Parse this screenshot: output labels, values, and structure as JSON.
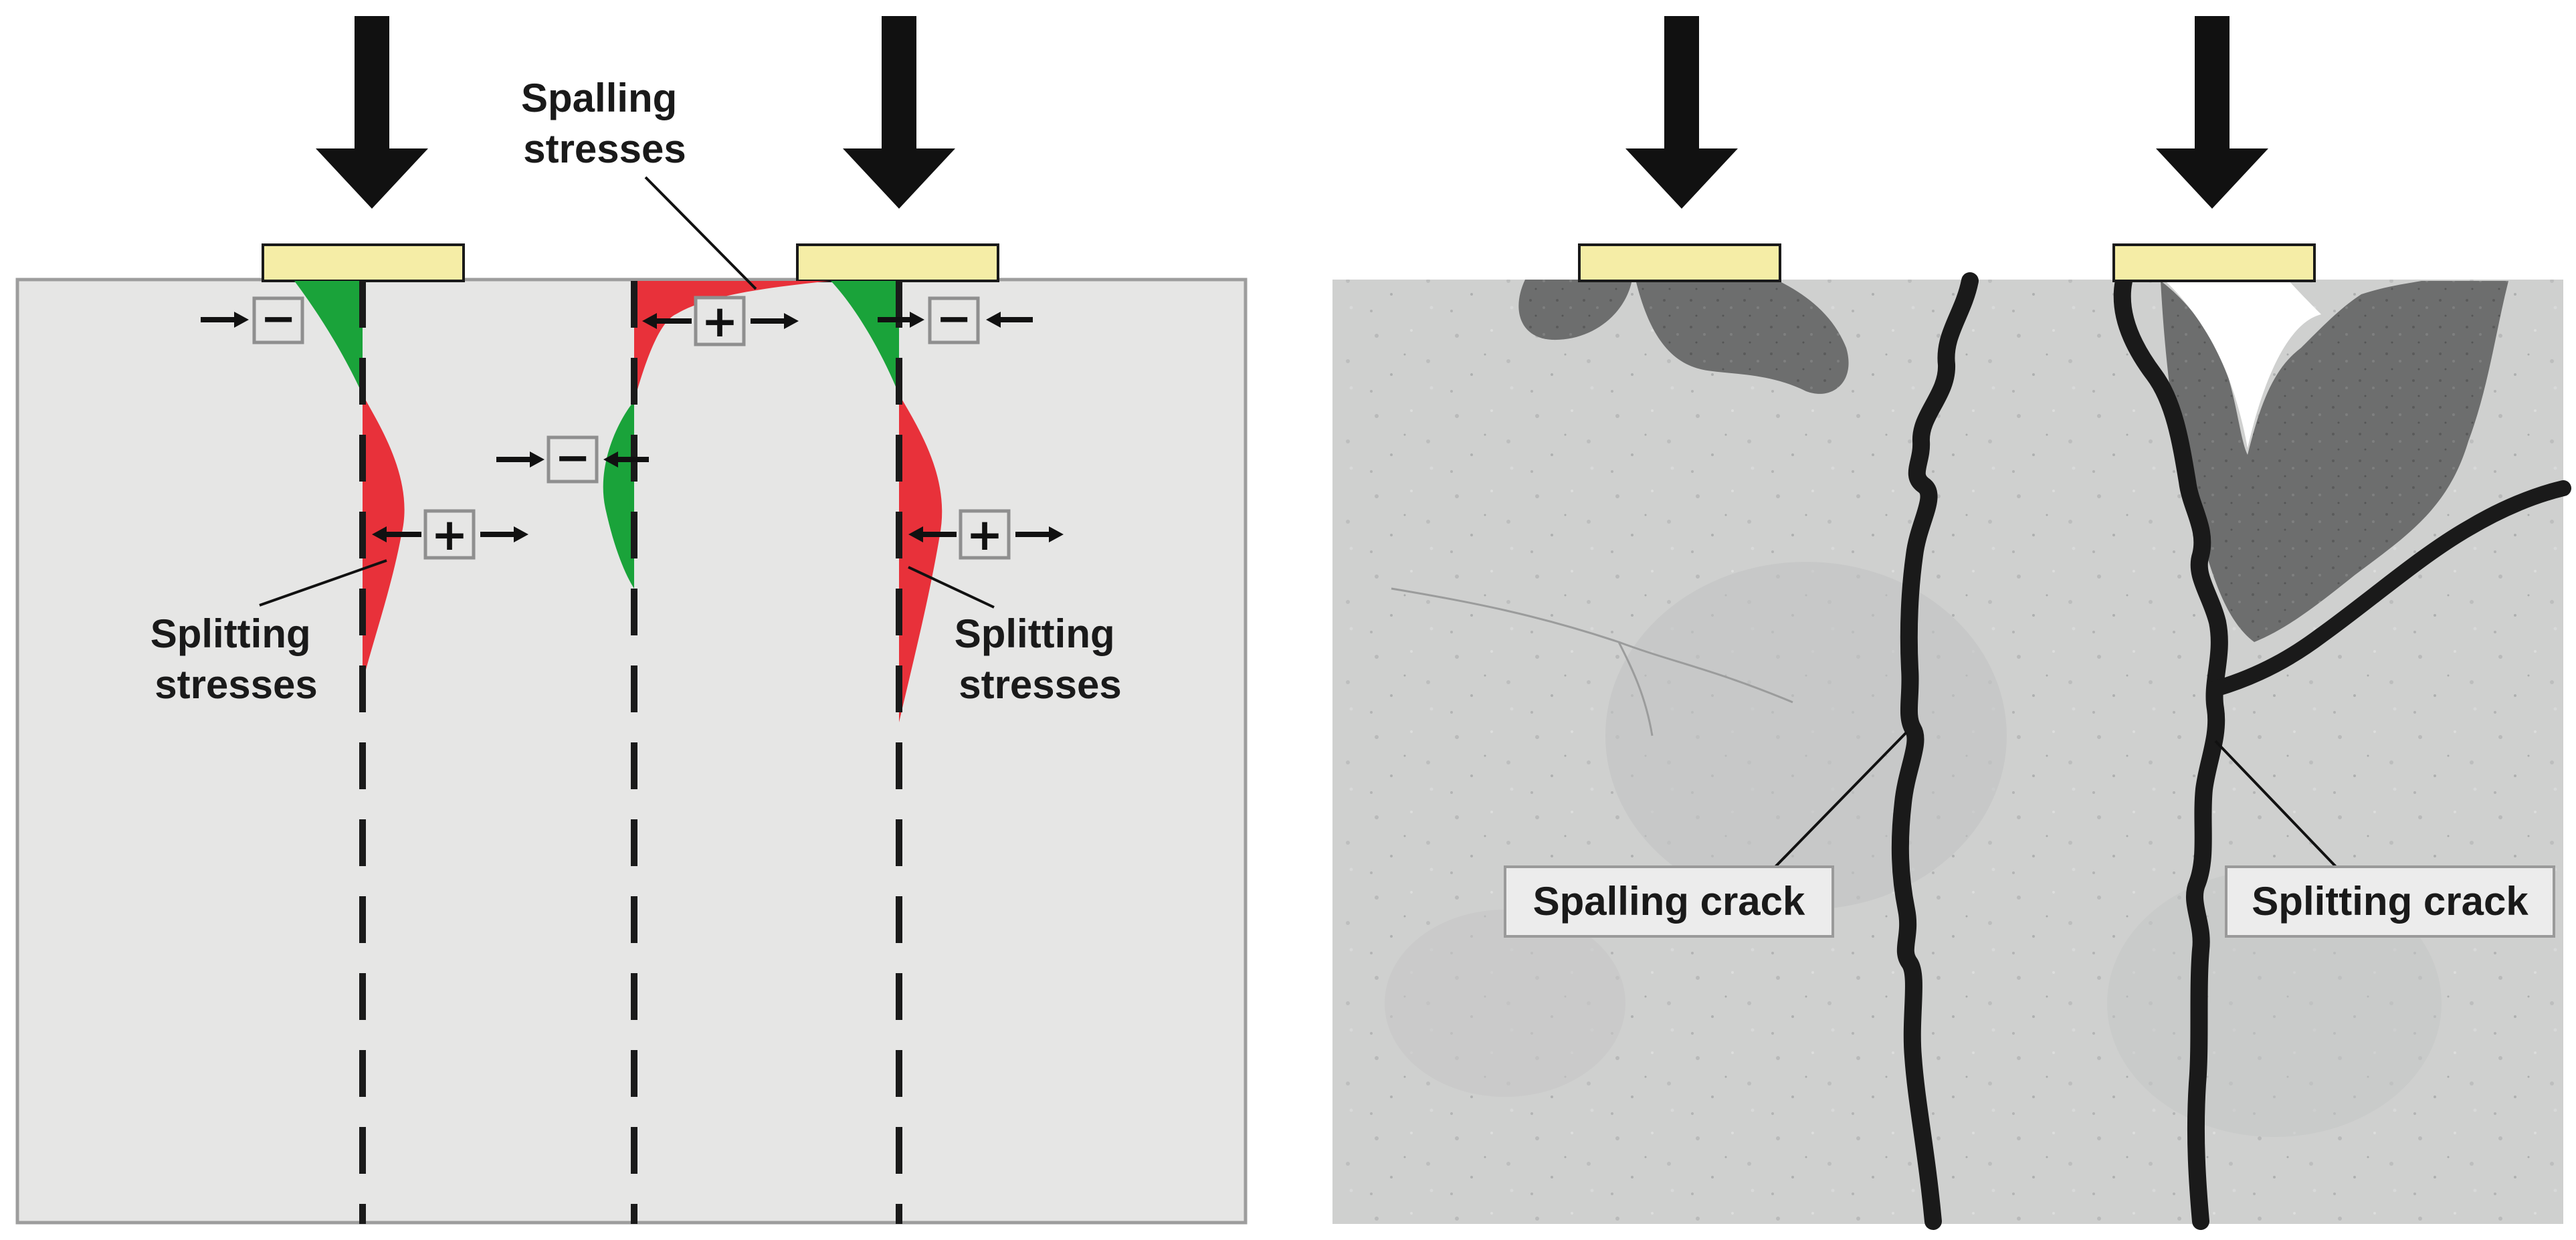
{
  "left_panel": {
    "spalling_label": [
      "Spalling",
      "stresses"
    ],
    "splitting_label_left": [
      "Splitting",
      "stresses"
    ],
    "splitting_label_right": [
      "Splitting",
      "stresses"
    ],
    "signs": {
      "compression": "−",
      "tension": "+"
    }
  },
  "right_panel": {
    "spalling_crack_label": "Spalling crack",
    "splitting_crack_label": "Splitting crack"
  },
  "colors": {
    "concrete_left": "#e6e6e5",
    "concrete_right": "#cfd0cf",
    "bearing_plate": "#f5eda6",
    "tension": "#e8313a",
    "compression": "#1aa33a",
    "crack": "#1a1a1a",
    "spall_zone": "#6b6b6b"
  },
  "icons": [
    "down-arrow-icon",
    "left-arrow-icon",
    "right-arrow-icon",
    "plus-sign-icon",
    "minus-sign-icon"
  ]
}
